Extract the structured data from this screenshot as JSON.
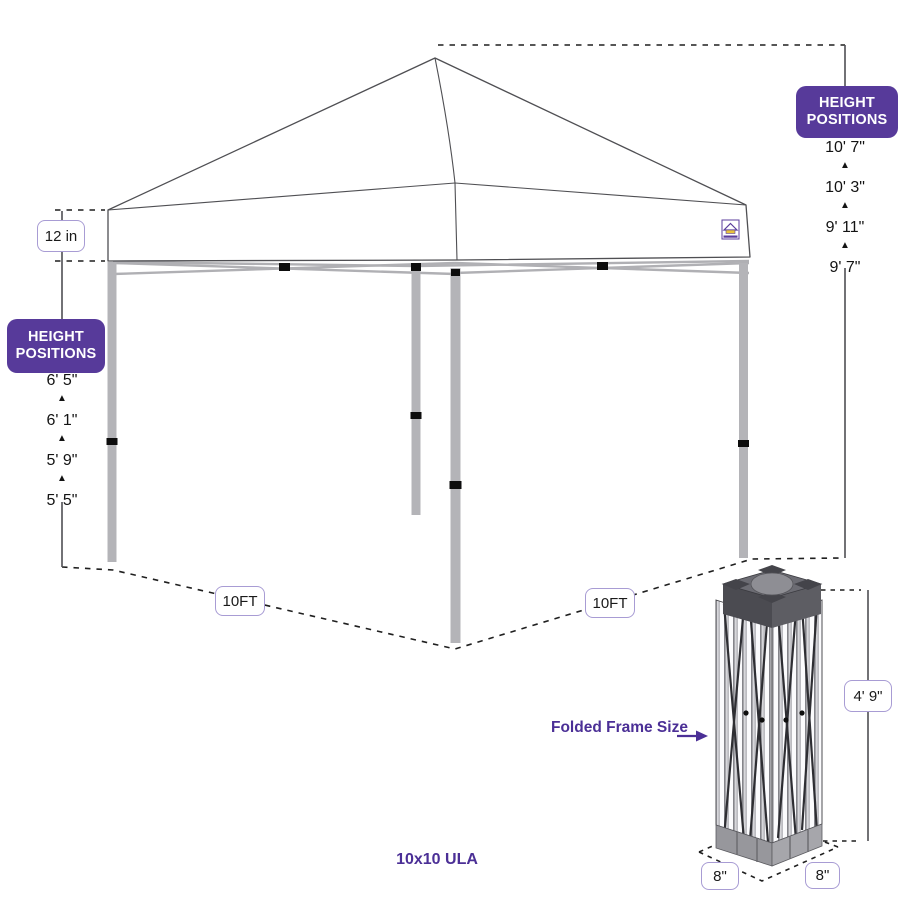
{
  "title": {
    "product_label": "10x10 ULA"
  },
  "icons": {
    "up_arrow": "▲",
    "brand_logo": "canopy-house-logo"
  },
  "canopy_top": {
    "valance_height_label": "12 in"
  },
  "heights_left": {
    "badge": "HEIGHT POSITIONS",
    "values": [
      "6' 5\"",
      "6' 1\"",
      "5' 9\"",
      "5' 5\""
    ]
  },
  "heights_right": {
    "badge": "HEIGHT POSITIONS",
    "values": [
      "10' 7\"",
      "10' 3\"",
      "9' 11\"",
      "9' 7\""
    ]
  },
  "footprint": {
    "left_label": "10FT",
    "right_label": "10FT"
  },
  "folded_frame": {
    "label": "Folded Frame Size",
    "height_label": "4' 9\"",
    "base_width_label": "8\"",
    "base_depth_label": "8\""
  },
  "colors": {
    "badge_purple": "#573a9a",
    "accent_purple": "#4b2f96",
    "box_border": "#a89cd4",
    "leg_gray": "#b4b4b8",
    "line": "#4f4f53"
  }
}
